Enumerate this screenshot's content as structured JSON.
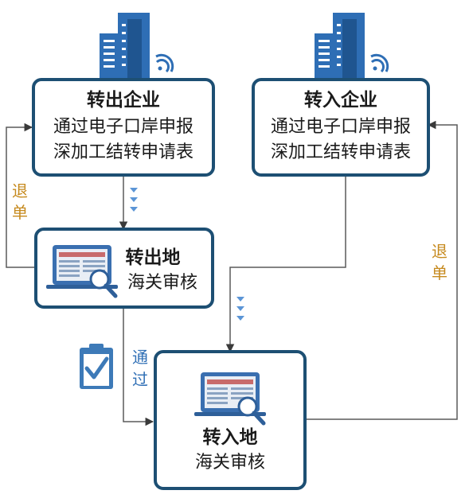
{
  "nodes": {
    "export_enterprise": {
      "title": "转出企业",
      "line1": "通过电子口岸申报",
      "line2": "深加工结转申请表"
    },
    "import_enterprise": {
      "title": "转入企业",
      "line1": "通过电子口岸申报",
      "line2": "深加工结转申请表"
    },
    "export_customs": {
      "title": "转出地",
      "line1": "海关审核"
    },
    "import_customs": {
      "title": "转入地",
      "line1": "海关审核"
    }
  },
  "edge_labels": {
    "return_left": [
      "退",
      "单"
    ],
    "return_right": [
      "退",
      "单"
    ],
    "pass": [
      "通",
      "过"
    ]
  },
  "colors": {
    "box_border": "#1d4f73",
    "box_fill": "#ffffff",
    "accent_blue": "#2e6eb5",
    "arrow_line": "#5a5a5a",
    "chevron": "#5b95d6",
    "return_text": "#c68a1e",
    "pass_text": "#2e6eb5",
    "monitor_frame": "#3a6fb0",
    "clipboard": "#3d7ab8"
  },
  "icons": [
    "building-icon",
    "wifi-icon",
    "monitor-icon",
    "magnifier-icon",
    "clipboard-check-icon",
    "chevron-down-icon"
  ]
}
